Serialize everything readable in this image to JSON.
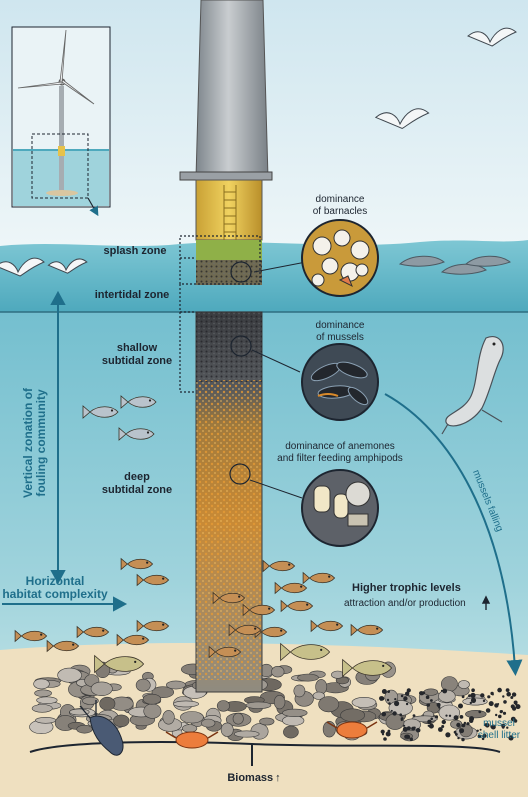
{
  "zones": {
    "splash": "splash zone",
    "intertidal": "intertidal zone",
    "shallow": [
      "shallow",
      "subtidal zone"
    ],
    "deep": [
      "deep",
      "subtidal zone"
    ]
  },
  "callouts": {
    "barnacles": [
      "dominance",
      "of barnacles"
    ],
    "mussels": [
      "dominance",
      "of mussels"
    ],
    "anemones": [
      "dominance of anemones",
      "and filter feeding amphipods"
    ]
  },
  "vertical_axis": [
    "Vertical zonation of",
    "fouling community"
  ],
  "horizontal_axis": [
    "Horizontal",
    "habitat complexity"
  ],
  "trophic": {
    "title": "Higher trophic levels",
    "subtitle": "attraction and/or production",
    "arrow_symbol": "🠑"
  },
  "mussels_falling": "mussels falling",
  "shell_litter": [
    "mussel",
    "shell litter"
  ],
  "biomass": {
    "label": "Biomass",
    "arrow_symbol": "🠑"
  },
  "colors": {
    "sky": "#e4f0f4",
    "sea_surface": "#6fc0cf",
    "water_top": "#7cc3d1",
    "water_bottom": "#cfe8eb",
    "seabed": "#f1e2c2",
    "tower": "#9aa1a6",
    "transition_piece": "#e6c24a",
    "arrow_teal": "#1f6f8b",
    "orange_fouling": "#d98a2b"
  },
  "icons": {
    "turbine_inset": "wind-turbine-icon",
    "gull": "seagull-icon",
    "seal": "seal-icon",
    "porpoise": "porpoise-icon",
    "fish": "fish-icon",
    "crab": "crab-icon",
    "lobster": "lobster-icon"
  }
}
